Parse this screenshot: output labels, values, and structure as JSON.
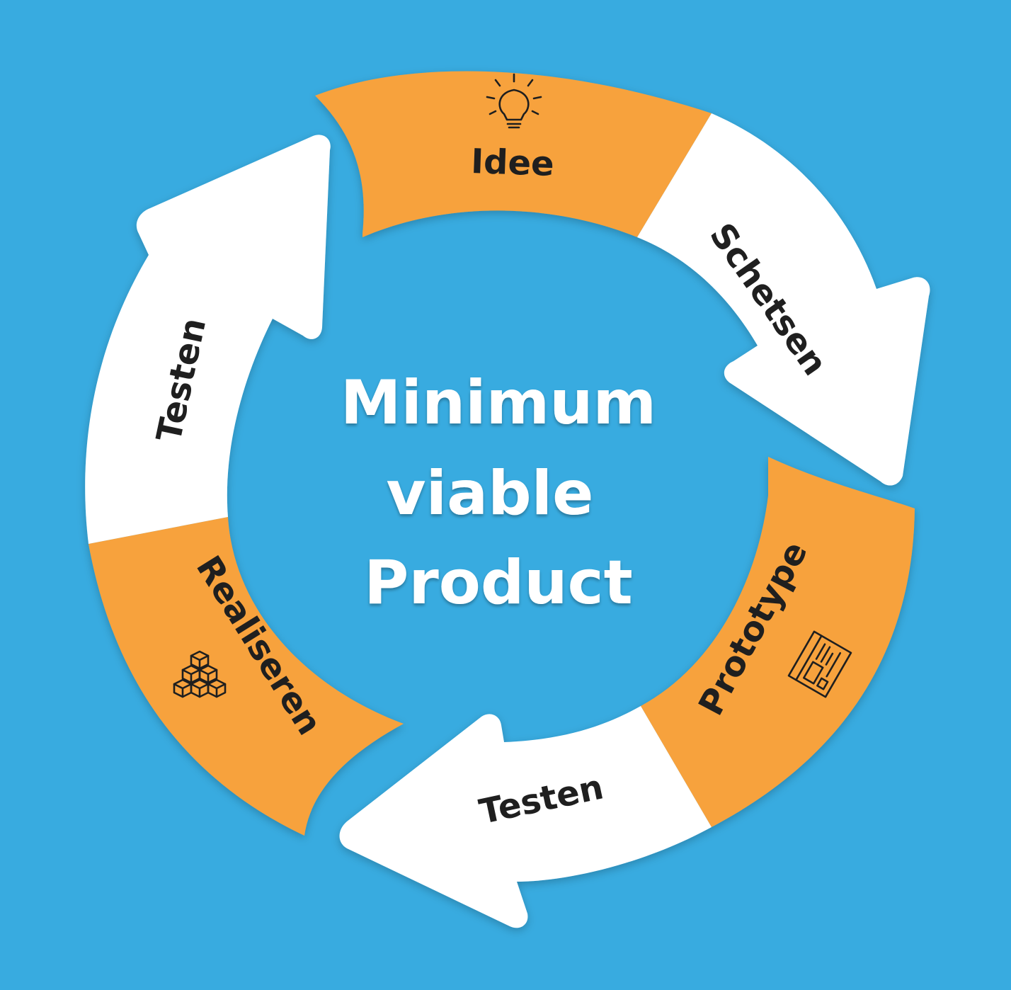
{
  "diagram": {
    "colors": {
      "background": "#38ABE0",
      "orange": "#F7A23C",
      "white": "#FFFFFF",
      "text": "#1F1F1F"
    },
    "center": {
      "line1": "Minimum",
      "line2": "viable",
      "line3": "Product"
    },
    "segments": {
      "idee": {
        "label": "Idee",
        "icon": "lightbulb-icon"
      },
      "schetsen": {
        "label": "Schetsen"
      },
      "prototype": {
        "label": "Prototype",
        "icon": "wireframe-icon"
      },
      "testen_bottom": {
        "label": "Testen"
      },
      "realiseren": {
        "label": "Realiseren",
        "icon": "boxes-icon"
      },
      "testen_left": {
        "label": "Testen"
      }
    }
  }
}
